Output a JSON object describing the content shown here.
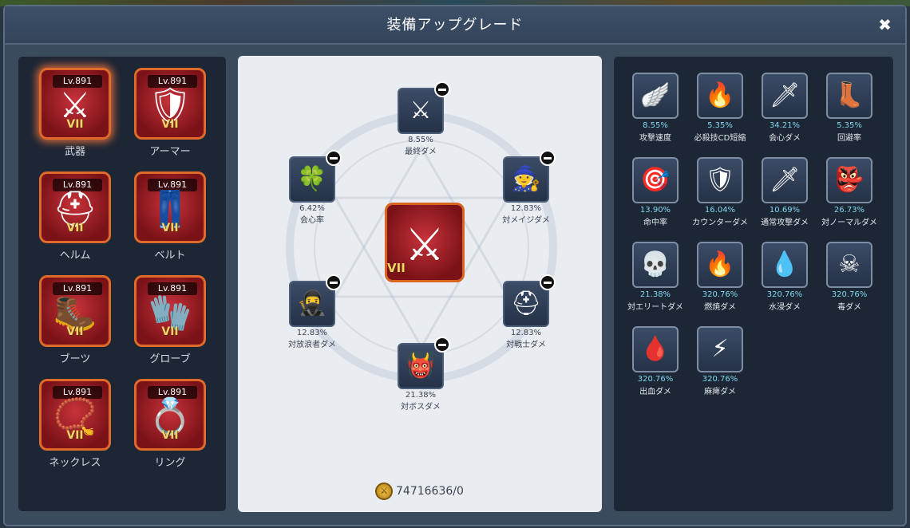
{
  "window": {
    "title": "装備アップグレード"
  },
  "equipment": [
    {
      "name": "武器",
      "level": "Lv.891",
      "rank": "VII",
      "icon": "⚔",
      "selected": true
    },
    {
      "name": "アーマー",
      "level": "Lv.891",
      "rank": "VII",
      "icon": "🛡"
    },
    {
      "name": "ヘルム",
      "level": "Lv.891",
      "rank": "VII",
      "icon": "⛑"
    },
    {
      "name": "ベルト",
      "level": "Lv.891",
      "rank": "VII",
      "icon": "👖"
    },
    {
      "name": "ブーツ",
      "level": "Lv.891",
      "rank": "VII",
      "icon": "🥾"
    },
    {
      "name": "グローブ",
      "level": "Lv.891",
      "rank": "VII",
      "icon": "🧤"
    },
    {
      "name": "ネックレス",
      "level": "Lv.891",
      "rank": "VII",
      "icon": "📿"
    },
    {
      "name": "リング",
      "level": "Lv.891",
      "rank": "VII",
      "icon": "💍"
    }
  ],
  "center": {
    "selected_rank": "VII",
    "selected_icon": "⚔",
    "sub_stats": [
      {
        "value": "8.55%",
        "name": "最終ダメ",
        "icon": "⚔"
      },
      {
        "value": "12.83%",
        "name": "対メイジダメ",
        "icon": "🧙"
      },
      {
        "value": "12.83%",
        "name": "対戦士ダメ",
        "icon": "⛑"
      },
      {
        "value": "21.38%",
        "name": "対ボスダメ",
        "icon": "👹"
      },
      {
        "value": "12.83%",
        "name": "対放浪者ダメ",
        "icon": "🥷"
      },
      {
        "value": "6.42%",
        "name": "会心率",
        "icon": "🍀"
      }
    ],
    "gold": "74716636/0"
  },
  "stats": [
    {
      "value": "8.55%",
      "name": "攻撃速度",
      "icon": "🪽"
    },
    {
      "value": "5.35%",
      "name": "必殺技CD短縮",
      "icon": "🔥"
    },
    {
      "value": "34.21%",
      "name": "会心ダメ",
      "icon": "🗡"
    },
    {
      "value": "5.35%",
      "name": "回避率",
      "icon": "👢"
    },
    {
      "value": "13.90%",
      "name": "命中率",
      "icon": "🎯"
    },
    {
      "value": "16.04%",
      "name": "カウンターダメ",
      "icon": "🛡"
    },
    {
      "value": "10.69%",
      "name": "通常攻撃ダメ",
      "icon": "🗡"
    },
    {
      "value": "26.73%",
      "name": "対ノーマルダメ",
      "icon": "👺"
    },
    {
      "value": "21.38%",
      "name": "対エリートダメ",
      "icon": "💀"
    },
    {
      "value": "320.76%",
      "name": "燃焼ダメ",
      "icon": "🔥"
    },
    {
      "value": "320.76%",
      "name": "水浸ダメ",
      "icon": "💧"
    },
    {
      "value": "320.76%",
      "name": "毒ダメ",
      "icon": "☠"
    },
    {
      "value": "320.76%",
      "name": "出血ダメ",
      "icon": "🩸"
    },
    {
      "value": "320.76%",
      "name": "麻痺ダメ",
      "icon": "⚡"
    }
  ]
}
